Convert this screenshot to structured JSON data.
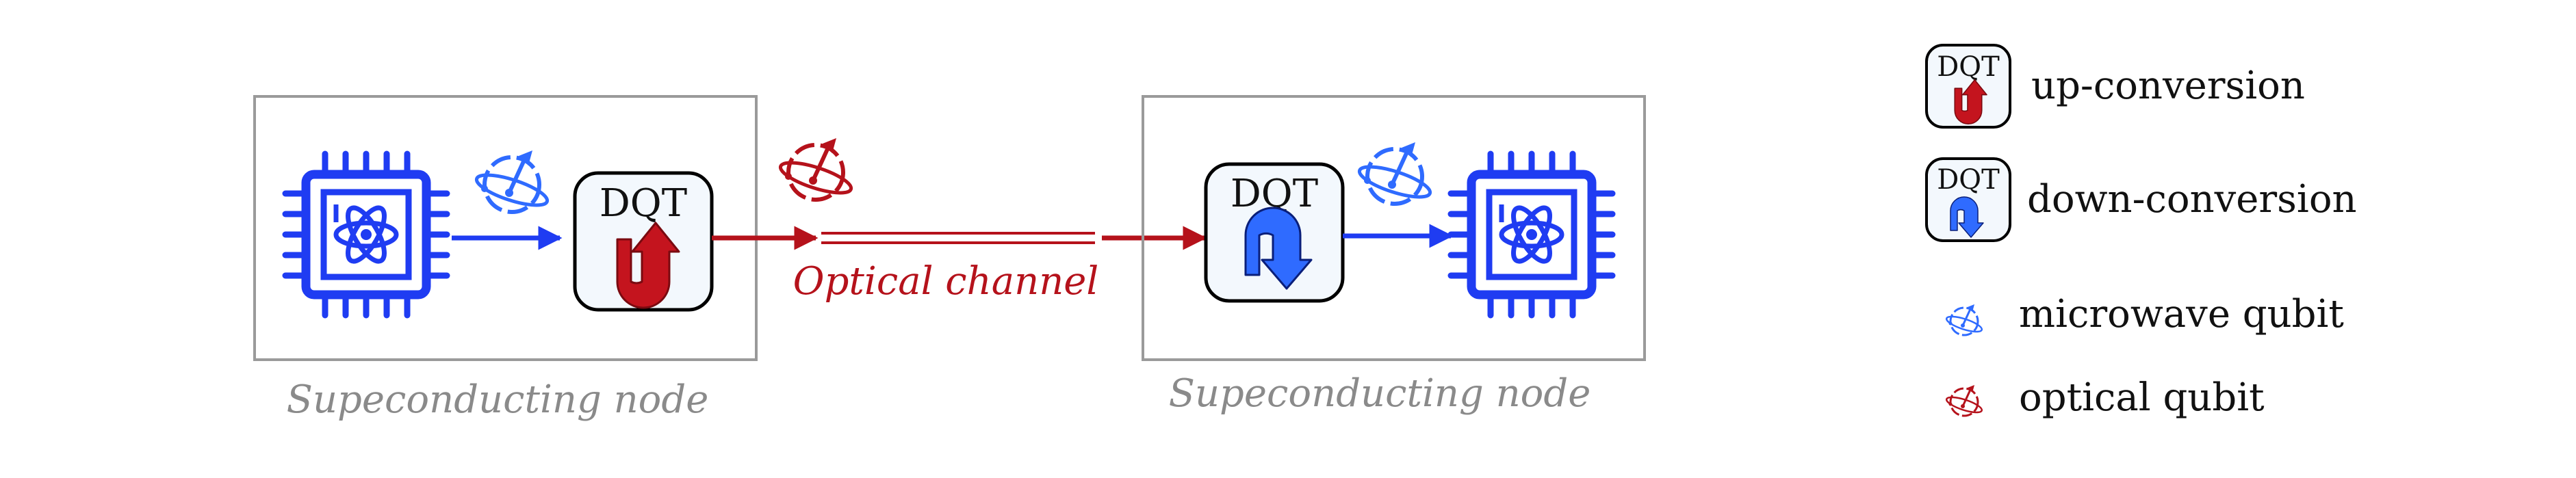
{
  "diagram": {
    "left_node": {
      "caption": "Supeconducting node"
    },
    "right_node": {
      "caption": "Supeconducting node"
    },
    "converter_up": {
      "label": "DQT"
    },
    "converter_down": {
      "label": "DQT"
    },
    "channel": {
      "label": "Optical channel"
    }
  },
  "legend": {
    "items": [
      {
        "label": "DQT",
        "text": "up-conversion"
      },
      {
        "label": "DQT",
        "text": "down-conversion"
      },
      {
        "text": "microwave qubit"
      },
      {
        "text": "optical qubit"
      }
    ]
  },
  "colors": {
    "blue": "#1f3cf2",
    "blue_light": "#2f6bff",
    "red": "#b5121b",
    "gray": "#8a8a8a",
    "box_border": "#9a9a9a",
    "converter_fill": "#f3f8fd"
  },
  "icons": {
    "chip": "chip-icon",
    "atom": "atom-icon",
    "qubit": "qubit-orbit-icon",
    "uturn_up": "u-turn-up-arrow-icon",
    "uturn_down": "u-turn-down-arrow-icon"
  }
}
